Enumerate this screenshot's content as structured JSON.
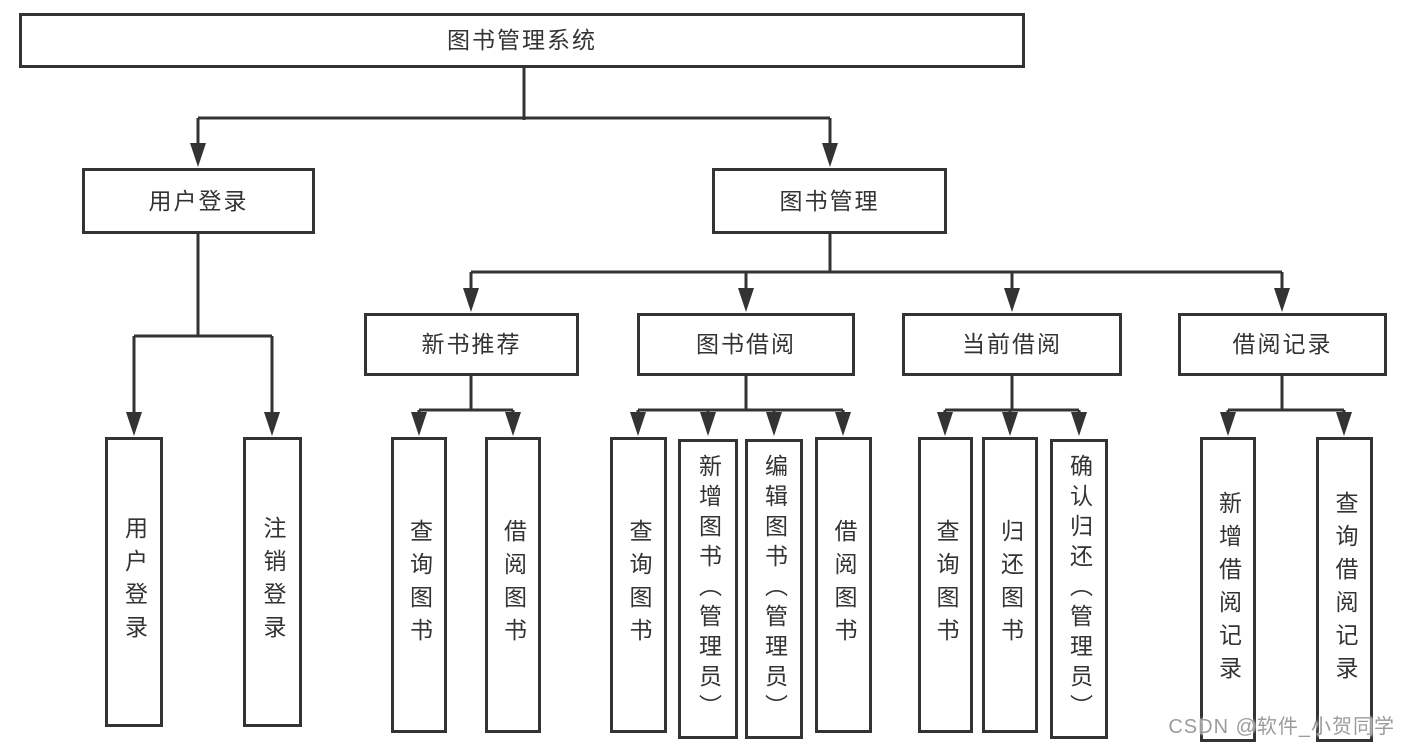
{
  "diagram": {
    "root": "图书管理系统",
    "branches": {
      "user_login": {
        "label": "用户登录",
        "children": {
          "login": "用户登录",
          "logout": "注销登录"
        }
      },
      "book_mgmt": {
        "label": "图书管理",
        "groups": {
          "new_rec": {
            "label": "新书推荐",
            "children": {
              "query": "查询图书",
              "borrow": "借阅图书"
            }
          },
          "borrow": {
            "label": "图书借阅",
            "children": {
              "query": "查询图书",
              "add": "新增图书（管理员）",
              "edit": "编辑图书（管理员）",
              "borrow": "借阅图书"
            }
          },
          "current": {
            "label": "当前借阅",
            "children": {
              "query": "查询图书",
              "return": "归还图书",
              "confirm": "确认归还（管理员）"
            }
          },
          "record": {
            "label": "借阅记录",
            "children": {
              "add": "新增借阅记录",
              "query": "查询借阅记录"
            }
          }
        }
      }
    }
  },
  "watermark": {
    "text": "CSDN @软件_小贺同学"
  },
  "colors": {
    "line": "#333333",
    "node_border": "#333333",
    "node_text": "#333333",
    "background": "#ffffff",
    "watermark": "#9c9c9c"
  }
}
